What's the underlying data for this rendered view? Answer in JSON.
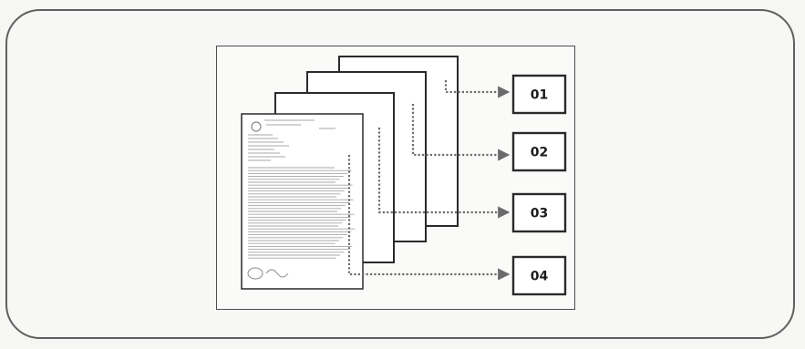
{
  "boxes": [
    {
      "label": "01"
    },
    {
      "label": "02"
    },
    {
      "label": "03"
    },
    {
      "label": "04"
    }
  ],
  "colors": {
    "line": "#2a2a2a",
    "arrow": "#6b6b6b",
    "page_fill": "#ffffff",
    "scan_text": "#8a8a8a"
  }
}
